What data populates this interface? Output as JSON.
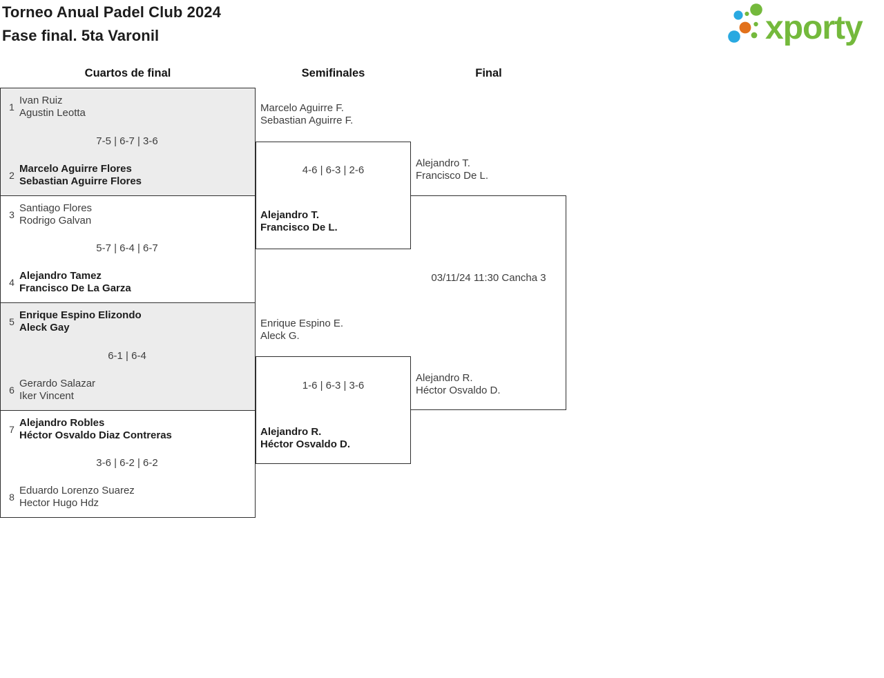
{
  "brand": {
    "logo_text": "xporty",
    "green": "#74B93C",
    "blue": "#29A9E1",
    "orange": "#E2711B"
  },
  "header": {
    "title_line1": "Torneo Anual Padel Club 2024",
    "title_line2": "Fase final. 5ta Varonil"
  },
  "round_headers": {
    "quarterfinals": "Cuartos de final",
    "semifinals": "Semifinales",
    "final": "Final"
  },
  "quarterfinals": [
    {
      "seed_top": "1",
      "team_top": [
        "Ivan Ruiz",
        "Agustin Leotta"
      ],
      "top_winner": false,
      "score": "7-5 | 6-7 | 3-6",
      "seed_bottom": "2",
      "team_bottom": [
        "Marcelo Aguirre Flores",
        "Sebastian Aguirre Flores"
      ],
      "bottom_winner": true,
      "shaded": true
    },
    {
      "seed_top": "3",
      "team_top": [
        "Santiago Flores",
        "Rodrigo Galvan"
      ],
      "top_winner": false,
      "score": "5-7 | 6-4 | 6-7",
      "seed_bottom": "4",
      "team_bottom": [
        "Alejandro Tamez",
        "Francisco De La Garza"
      ],
      "bottom_winner": true,
      "shaded": false
    },
    {
      "seed_top": "5",
      "team_top": [
        "Enrique Espino Elizondo",
        "Aleck Gay"
      ],
      "top_winner": true,
      "score": "6-1 | 6-4",
      "seed_bottom": "6",
      "team_bottom": [
        "Gerardo Salazar",
        "Iker Vincent"
      ],
      "bottom_winner": false,
      "shaded": true
    },
    {
      "seed_top": "7",
      "team_top": [
        "Alejandro Robles",
        "Héctor Osvaldo Diaz Contreras"
      ],
      "top_winner": true,
      "score": "3-6 | 6-2 | 6-2",
      "seed_bottom": "8",
      "team_bottom": [
        "Eduardo Lorenzo Suarez",
        "Hector Hugo Hdz"
      ],
      "bottom_winner": false,
      "shaded": false
    }
  ],
  "semifinals": [
    {
      "team_top": [
        "Marcelo Aguirre F.",
        "Sebastian Aguirre F."
      ],
      "top_winner": false,
      "score": "4-6 | 6-3 | 2-6",
      "team_bottom": [
        "Alejandro T.",
        "Francisco De L."
      ],
      "bottom_winner": true
    },
    {
      "team_top": [
        "Enrique Espino E.",
        "Aleck G."
      ],
      "top_winner": false,
      "score": "1-6 | 6-3 | 3-6",
      "team_bottom": [
        "Alejandro R.",
        "Héctor Osvaldo D."
      ],
      "bottom_winner": true
    }
  ],
  "final": {
    "team_top": [
      "Alejandro T.",
      "Francisco De L."
    ],
    "schedule": "03/11/24 11:30 Cancha 3",
    "team_bottom": [
      "Alejandro R.",
      "Héctor Osvaldo D."
    ]
  }
}
